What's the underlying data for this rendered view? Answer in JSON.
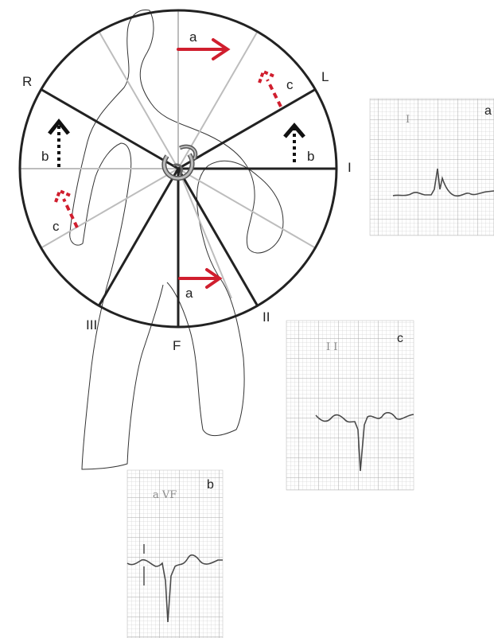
{
  "axes": {
    "R": "R",
    "L": "L",
    "I": "I",
    "II": "II",
    "III": "III",
    "F": "F"
  },
  "vector_labels": {
    "a_top": "a",
    "c_top_right": "c",
    "b_right": "b",
    "b_left": "b",
    "c_left": "c",
    "a_bottom": "a"
  },
  "ecg_strips": [
    {
      "lead": "I",
      "letter": "a"
    },
    {
      "lead": "I I",
      "letter": "c"
    },
    {
      "lead": "a VF",
      "letter": "b"
    }
  ],
  "colors": {
    "wheel": "#222222",
    "red_arrow": "#d01e2e",
    "black_arrow": "#111111",
    "grid_minor": "#d4d4d4",
    "grid_major": "#a9a9a9",
    "trace": "#4a4a4a"
  }
}
